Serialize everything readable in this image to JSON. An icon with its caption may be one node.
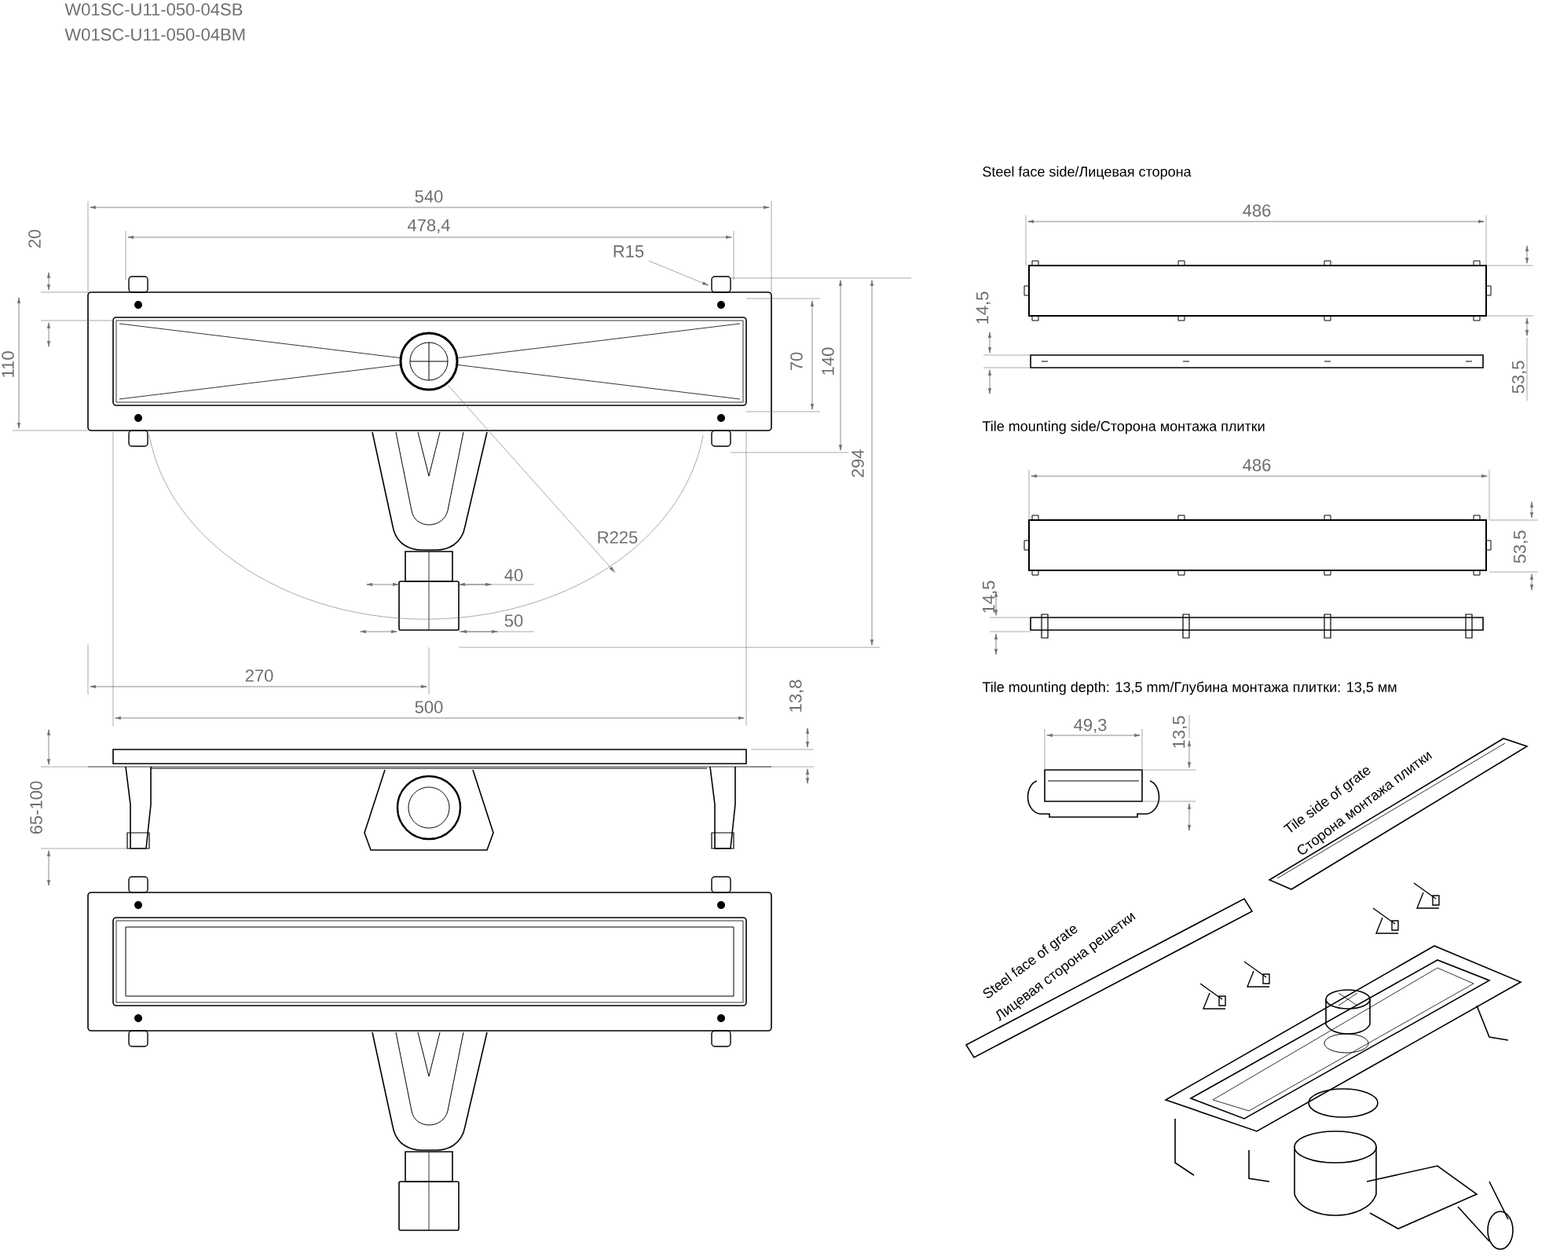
{
  "diagram": {
    "labels": [
      "W01SC-U11-050-04SB",
      "W01SC-U11-050-04BM",
      "540",
      "478,4",
      "20",
      "R15",
      "110",
      "70",
      "140",
      "294",
      "R225",
      "40",
      "50",
      "270",
      "500",
      "13,8",
      "65-100",
      "Steel face side/Лицевая сторона",
      "486",
      "14,5",
      "53,5",
      "Tile mounting side/Сторона монтажа плитки",
      "486",
      "53,5",
      "14,5",
      "Tile mounting depth: 13,5 mm/Глубина монтажа плитки: 13,5 мм",
      "49,3",
      "13,5",
      "Tile side of grate",
      "Сторона монтажа плитки",
      "Steel face of grate",
      "Лицевая сторона решетки"
    ]
  }
}
